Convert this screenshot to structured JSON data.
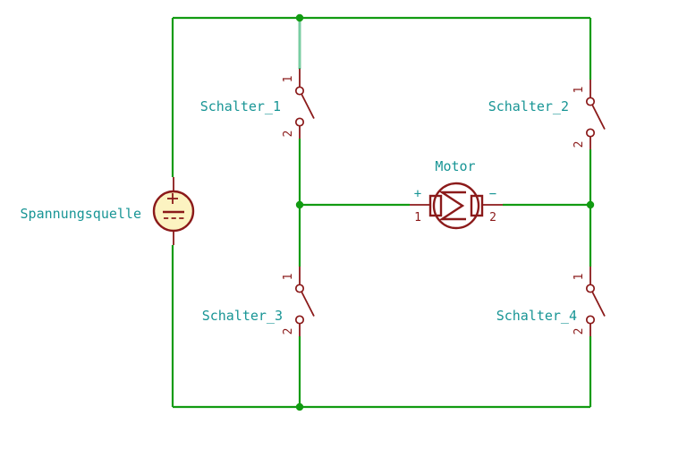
{
  "colors": {
    "wire": "#129b12",
    "symbol": "#8b1a1a",
    "label": "#189595",
    "body_fill": "#fcf3c1"
  },
  "components": {
    "voltage_source": {
      "label": "Spannungsquelle",
      "plus": "+"
    },
    "switch1": {
      "label": "Schalter_1",
      "pin1": "1",
      "pin2": "2"
    },
    "switch2": {
      "label": "Schalter_2",
      "pin1": "1",
      "pin2": "2"
    },
    "switch3": {
      "label": "Schalter_3",
      "pin1": "1",
      "pin2": "2"
    },
    "switch4": {
      "label": "Schalter_4",
      "pin1": "1",
      "pin2": "2"
    },
    "motor": {
      "label": "Motor",
      "pin1_name": "+",
      "pin1": "1",
      "pin2_name": "−",
      "pin2": "2"
    }
  }
}
